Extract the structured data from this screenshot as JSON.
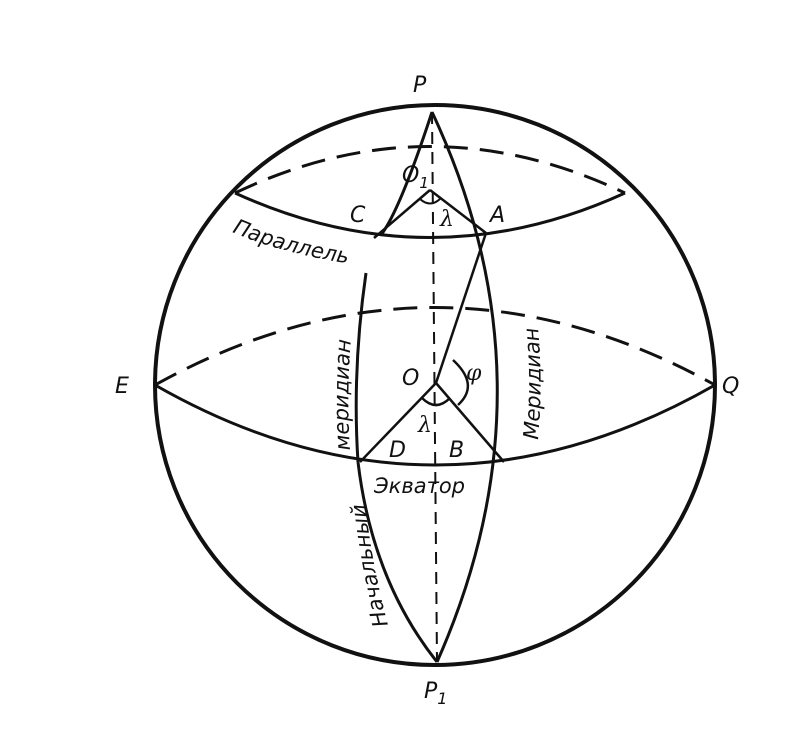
{
  "title": "",
  "points": {
    "P": "P",
    "P1_base": "P",
    "P1_sub": "1",
    "E": "E",
    "Q": "Q",
    "O": "O",
    "O1_base": "O",
    "O1_sub": "1",
    "A": "A",
    "B": "B",
    "C": "C",
    "D": "D"
  },
  "angles": {
    "phi": "φ",
    "lambda_top": "λ",
    "lambda_bottom": "λ"
  },
  "labels": {
    "parallel": "Параллель",
    "meridian": "Меридиан",
    "prime_meridian_top": "меридиан",
    "prime_meridian_bottom": "Начальный",
    "equator": "Экватор"
  },
  "colors": {
    "ink": "#111111",
    "background": "#ffffff"
  }
}
